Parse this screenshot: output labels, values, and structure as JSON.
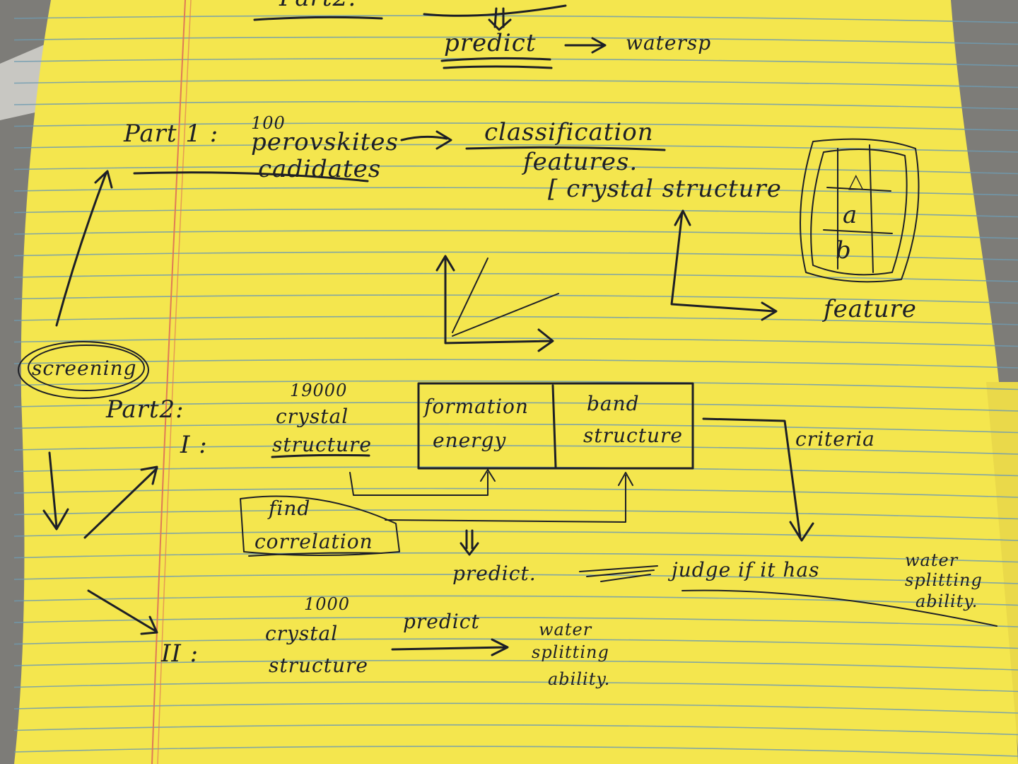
{
  "notes": {
    "top": {
      "partial_label": "Part2:",
      "predict": "predict",
      "target": "watersp"
    },
    "part1": {
      "label": "Part 1 :",
      "count": "100",
      "line1": "perovskites",
      "line2": "cadidates",
      "classification": "classification",
      "features": "features.",
      "crystal": "[ crystal structure",
      "feature_axis": "feature",
      "cell_top": "△",
      "cell_a": "a",
      "cell_b": "b"
    },
    "part2": {
      "screening": "screening",
      "label": "Part2:",
      "roman1": "I :",
      "count": "19000",
      "crystal": "crystal",
      "structure": "structure",
      "formation": "formation",
      "energy": "energy",
      "band": "band",
      "band_structure": "structure",
      "criteria": "criteria",
      "find": "find",
      "correlation": "correlation",
      "predict": "predict.",
      "judge": "judge if it has",
      "water": "water",
      "splitting": "splitting",
      "ability": "ability."
    },
    "part3": {
      "roman2": "II :",
      "count": "1000",
      "crystal": "crystal",
      "structure": "structure",
      "predict": "predict",
      "water": "water",
      "splitting": "splitting",
      "ability": "ability."
    }
  },
  "colors": {
    "paper": "#f4e64e",
    "rule_line": "#6f9bb0",
    "margin_line": "#e07a55",
    "ink": "#1d1f26",
    "background": "#7d7c78"
  }
}
